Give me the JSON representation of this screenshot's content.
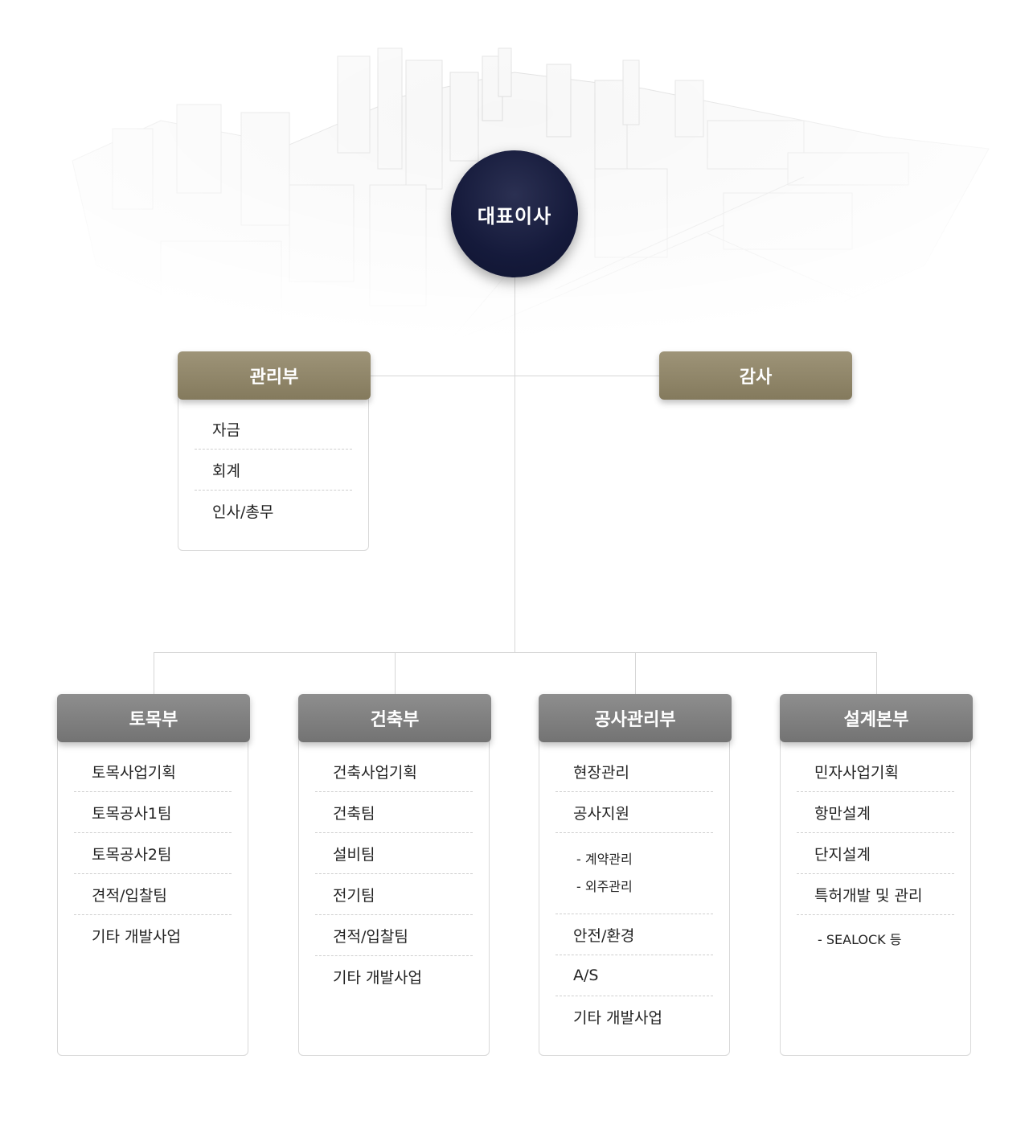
{
  "ceo": "대표이사",
  "admin": {
    "title": "관리부",
    "items": [
      "자금",
      "회계",
      "인사/총무"
    ]
  },
  "audit": {
    "title": "감사"
  },
  "divisions": [
    {
      "title": "토목부",
      "items": [
        "토목사업기획",
        "토목공사1팀",
        "토목공사2팀",
        "견적/입찰팀",
        "기타 개발사업"
      ]
    },
    {
      "title": "건축부",
      "items": [
        "건축사업기획",
        "건축팀",
        "설비팀",
        "전기팀",
        "견적/입찰팀",
        "기타 개발사업"
      ]
    },
    {
      "title": "공사관리부",
      "items": [
        "현장관리",
        "공사지원"
      ],
      "sub": [
        "- 계약관리",
        "- 외주관리"
      ],
      "items_after": [
        "안전/환경",
        "A/S",
        "기타 개발사업"
      ]
    },
    {
      "title": "설계본부",
      "items": [
        "민자사업기획",
        "항만설계",
        "단지설계",
        "특허개발 및 관리"
      ],
      "sub": [
        "- SEALOCK  등"
      ]
    }
  ],
  "colors": {
    "ceo": "#151a3b",
    "gold": "#8c8266",
    "gray": "#7f7f7f",
    "line": "#d6d6d6"
  },
  "background": "city-sketch"
}
